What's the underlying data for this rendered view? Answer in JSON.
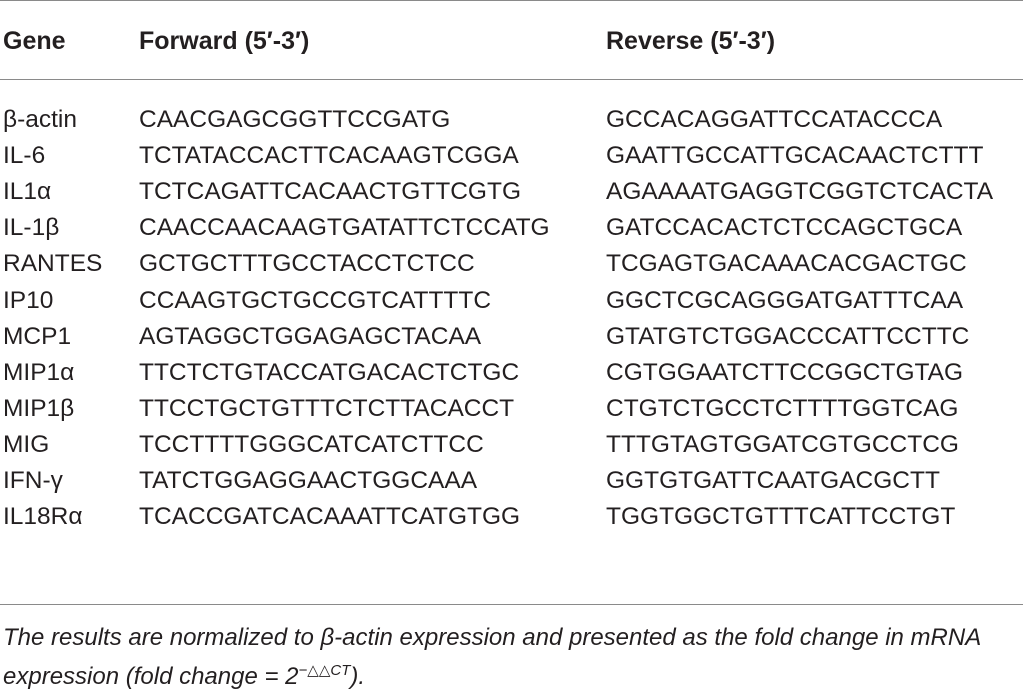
{
  "table": {
    "headers": {
      "gene": "Gene",
      "forward": "Forward (5′-3′)",
      "reverse": "Reverse (5′-3′)"
    },
    "rows": [
      {
        "gene": "β-actin",
        "forward": "CAACGAGCGGTTCCGATG",
        "reverse": "GCCACAGGATTCCATACCCA"
      },
      {
        "gene": "IL-6",
        "forward": "TCTATACCACTTCACAAGTCGGA",
        "reverse": "GAATTGCCATTGCACAACTCTTT"
      },
      {
        "gene": "IL1α",
        "forward": "TCTCAGATTCACAACTGTTCGTG",
        "reverse": "AGAAAATGAGGTCGGTCTCACTA"
      },
      {
        "gene": "IL-1β",
        "forward": "CAACCAACAAGTGATATTCTCCATG",
        "reverse": "GATCCACACTCTCCAGCTGCA"
      },
      {
        "gene": "RANTES",
        "forward": "GCTGCTTTGCCTACCTCTCC",
        "reverse": "TCGAGTGACAAACACGACTGC"
      },
      {
        "gene": "IP10",
        "forward": "CCAAGTGCTGCCGTCATTTTC",
        "reverse": "GGCTCGCAGGGATGATTTCAA"
      },
      {
        "gene": "MCP1",
        "forward": "AGTAGGCTGGAGAGCTACAA",
        "reverse": "GTATGTCTGGACCCATTCCTTC"
      },
      {
        "gene": "MIP1α",
        "forward": "TTCTCTGTACCATGACACTCTGC",
        "reverse": "CGTGGAATCTTCCGGCTGTAG"
      },
      {
        "gene": "MIP1β",
        "forward": "TTCCTGCTGTTTCTCTTACACCT",
        "reverse": "CTGTCTGCCTCTTTTGGTCAG"
      },
      {
        "gene": "MIG",
        "forward": "TCCTTTTGGGCATCATCTTCC",
        "reverse": "TTTGTAGTGGATCGTGCCTCG"
      },
      {
        "gene": "IFN-γ",
        "forward": "TATCTGGAGGAACTGGCAAA",
        "reverse": "GGTGTGATTCAATGACGCTT"
      },
      {
        "gene": "IL18Rα",
        "forward": "TCACCGATCACAAATTCATGTGG",
        "reverse": "TGGTGGCTGTTTCATTCCTGT"
      }
    ]
  },
  "footnote": {
    "text": "The results are normalized to β-actin expression and presented as the fold change in mRNA expression (fold change = 2",
    "exponent": "−△△CT",
    "tail": ")."
  }
}
